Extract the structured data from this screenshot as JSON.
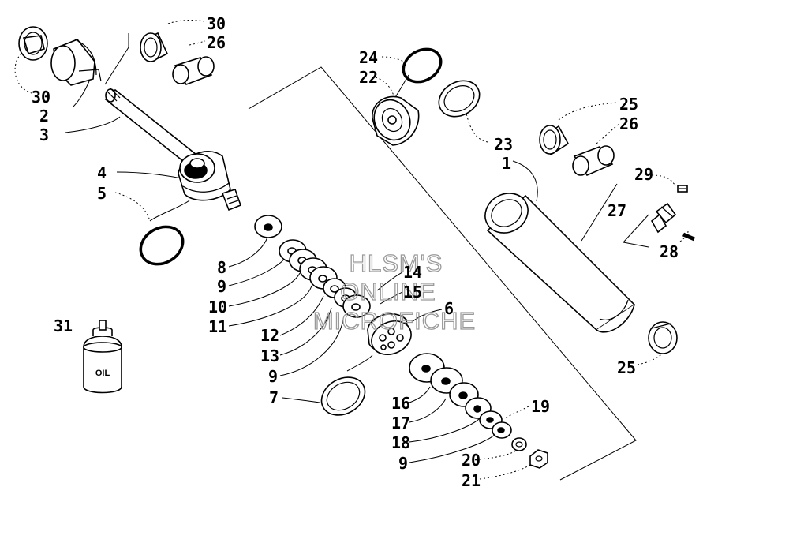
{
  "watermark": [
    "HLSM'S",
    "ONLINE",
    "MICROFICHE"
  ],
  "oil_bottle_text": "OIL",
  "callouts": {
    "c30a": "30",
    "c26a": "26",
    "c30b": "30",
    "c2": "2",
    "c3": "3",
    "c24": "24",
    "c22": "22",
    "c25a": "25",
    "c26b": "26",
    "c23": "23",
    "c1": "1",
    "c29": "29",
    "c27": "27",
    "c28": "28",
    "c4": "4",
    "c5": "5",
    "c8": "8",
    "c9a": "9",
    "c10": "10",
    "c11": "11",
    "c14": "14",
    "c15": "15",
    "c6": "6",
    "c12": "12",
    "c13": "13",
    "c9b": "9",
    "c31": "31",
    "c7": "7",
    "c25b": "25",
    "c16": "16",
    "c17": "17",
    "c19": "19",
    "c18": "18",
    "c9c": "9",
    "c20": "20",
    "c21": "21"
  }
}
